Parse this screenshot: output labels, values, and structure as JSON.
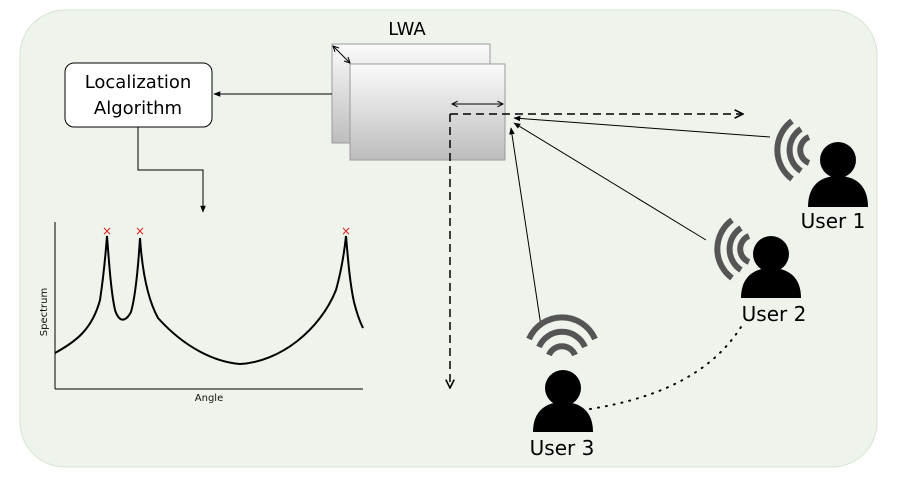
{
  "diagram": {
    "antenna_label": "LWA",
    "algorithm_box": {
      "line1": "Localization",
      "line2": "Algorithm"
    },
    "users": [
      {
        "label": "User 1"
      },
      {
        "label": "User 2"
      },
      {
        "label": "User 3"
      }
    ],
    "spectrum_plot": {
      "xlabel": "Angle",
      "ylabel": "Spectrum",
      "peak_marker": "×"
    }
  },
  "colors": {
    "panel_background": "#eef4ec",
    "panel_border": "#d6e3d2",
    "line": "#000000",
    "peak_marker": "#e02020",
    "wave_icon": "#555555"
  }
}
